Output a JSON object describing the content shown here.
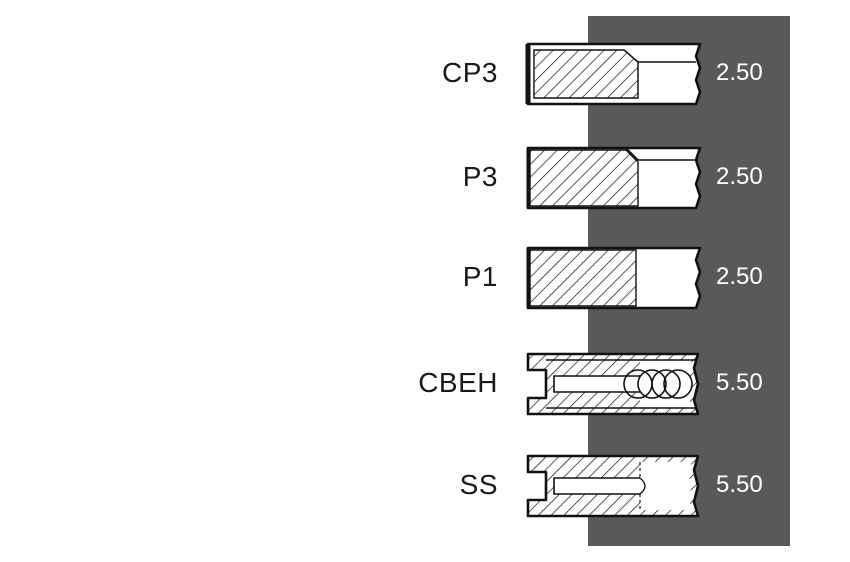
{
  "rings": [
    {
      "code": "CP3",
      "width": "2.50",
      "profile": "cp3"
    },
    {
      "code": "P3",
      "width": "2.50",
      "profile": "p3"
    },
    {
      "code": "P1",
      "width": "2.50",
      "profile": "p1"
    },
    {
      "code": "CBEH",
      "width": "5.50",
      "profile": "cbeh"
    },
    {
      "code": "SS",
      "width": "5.50",
      "profile": "ss"
    }
  ],
  "colors": {
    "panel": "#595959",
    "ink": "#111111",
    "value_text": "#ffffff"
  }
}
